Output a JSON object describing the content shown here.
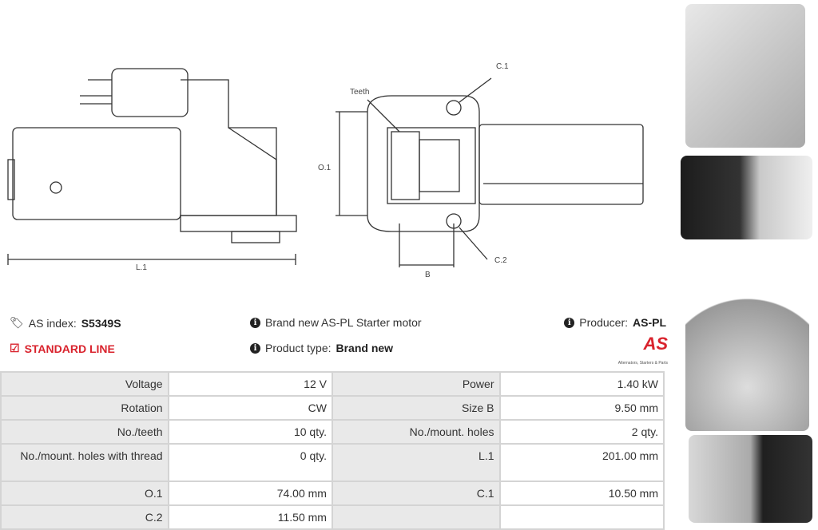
{
  "diagram": {
    "labels": {
      "c1": "C.1",
      "teeth": "Teeth",
      "o1": "O.1",
      "c2": "C.2",
      "b": "B",
      "l1": "L.1"
    }
  },
  "info": {
    "as_index_label": "AS index:",
    "as_index_value": "S5349S",
    "line": "STANDARD LINE",
    "description": "Brand new AS-PL Starter motor",
    "product_type_label": "Product type:",
    "product_type_value": "Brand new",
    "producer_label": "Producer:",
    "producer_value": "AS-PL",
    "logo_text": "AS",
    "logo_tagline": "Alternators, Starters & Parts"
  },
  "specs": [
    {
      "l1": "Voltage",
      "v1": "12 V",
      "l2": "Power",
      "v2": "1.40 kW"
    },
    {
      "l1": "Rotation",
      "v1": "CW",
      "l2": "Size B",
      "v2": "9.50 mm"
    },
    {
      "l1": "No./teeth",
      "v1": "10 qty.",
      "l2": "No./mount. holes",
      "v2": "2 qty."
    },
    {
      "l1": "No./mount. holes with thread",
      "v1": "0 qty.",
      "l2": "L.1",
      "v2": "201.00 mm"
    },
    {
      "l1": "O.1",
      "v1": "74.00 mm",
      "l2": "C.1",
      "v2": "10.50 mm"
    },
    {
      "l1": "C.2",
      "v1": "11.50 mm",
      "l2": "",
      "v2": ""
    }
  ],
  "colors": {
    "accent": "#d9232d"
  }
}
